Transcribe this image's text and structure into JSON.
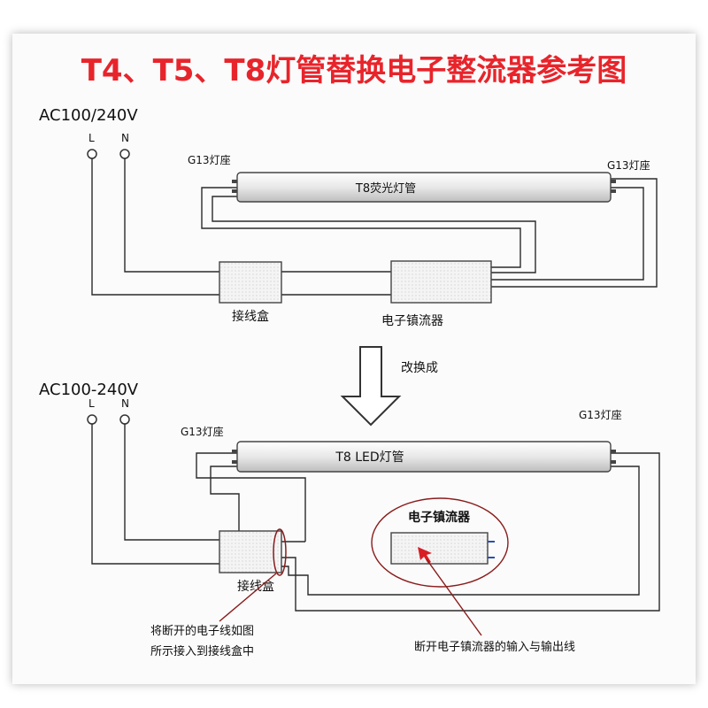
{
  "title": "T4、T5、T8灯管替换电子整流器参考图",
  "top": {
    "voltage": "AC100/240V",
    "L": "L",
    "N": "N",
    "socket_left": "G13灯座",
    "socket_right": "G13灯座",
    "tube": "T8荧光灯管",
    "junction_box": "接线盒",
    "ballast": "电子镇流器"
  },
  "arrow_label": "改换成",
  "bottom": {
    "voltage": "AC100-240V",
    "L": "L",
    "N": "N",
    "socket_left": "G13灯座",
    "socket_right": "G13灯座",
    "tube": "T8 LED灯管",
    "junction_box": "接线盒",
    "ballast": "电子镇流器",
    "note_left_line1": "将断开的电子线如图",
    "note_left_line2": "所示接入到接线盒中",
    "note_right": "断开电子镇流器的输入与输出线"
  },
  "colors": {
    "title": "#e8242b",
    "annotation": "#8a1c1c",
    "line": "#2a2a2a"
  }
}
